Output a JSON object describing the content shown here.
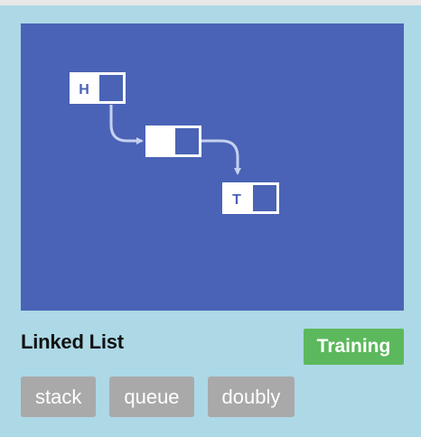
{
  "card": {
    "title": "Linked List",
    "badge": "Training",
    "tags": [
      "stack",
      "queue",
      "doubly"
    ],
    "thumbnail": {
      "background": "#4a63b6",
      "head_label": "H",
      "tail_label": "T"
    }
  }
}
